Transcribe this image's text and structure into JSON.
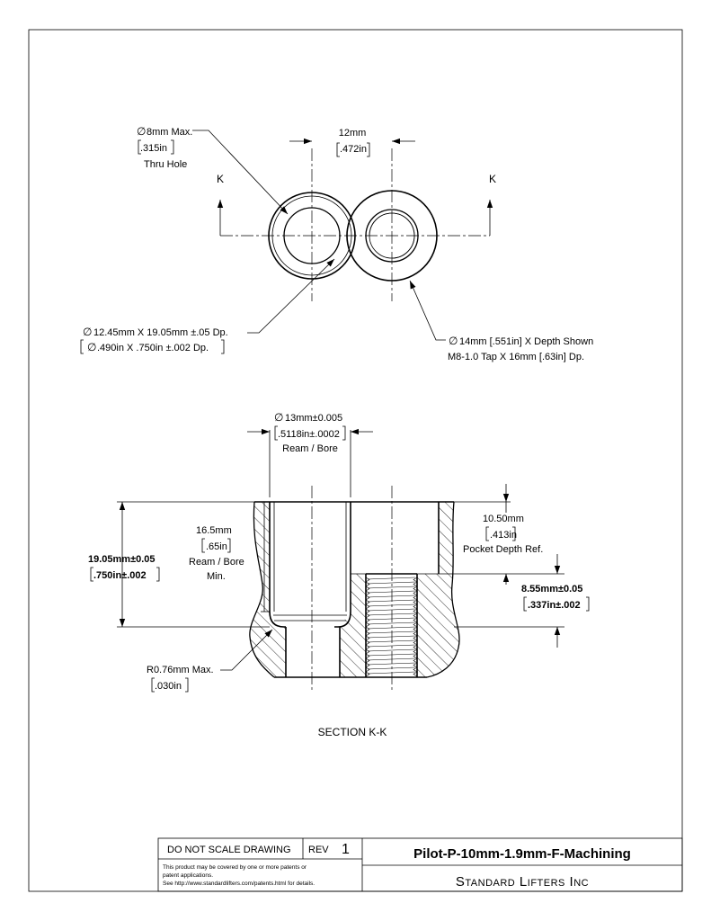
{
  "top_view": {
    "callout_thru_hole": {
      "line1": "8mm Max.",
      "line2": ".315in",
      "line3": "Thru Hole"
    },
    "dim_spacing": {
      "line1": "12mm",
      "line2": ".472in"
    },
    "section_mark_left": "K",
    "section_mark_right": "K",
    "callout_bore": {
      "line1": "12.45mm X 19.05mm ±.05 Dp.",
      "line2": ".490in X .750in ±.002 Dp."
    },
    "callout_tap": {
      "line1": "14mm [.551in] X Depth Shown",
      "line2": "M8-1.0 Tap X 16mm [.63in] Dp."
    }
  },
  "section_view": {
    "dim_ream_dia": {
      "line1": "13mm±0.005",
      "line2": ".5118in±.0002",
      "line3": "Ream / Bore"
    },
    "dim_ream_depth": {
      "line1": "16.5mm",
      "line2": ".65in",
      "line3": "Ream / Bore",
      "line4": "Min."
    },
    "dim_overall_height": {
      "line1": "19.05mm±0.05",
      "line2": ".750in±.002"
    },
    "dim_pocket_depth": {
      "line1": "10.50mm",
      "line2": ".413in",
      "line3": "Pocket Depth Ref."
    },
    "dim_lower_height": {
      "line1": "8.55mm±0.05",
      "line2": ".337in±.002"
    },
    "callout_radius": {
      "line1": "R0.76mm Max.",
      "line2": ".030in"
    },
    "section_label": "SECTION K-K"
  },
  "title_block": {
    "do_not_scale": "DO NOT SCALE DRAWING",
    "rev_label": "REV",
    "rev_value": "1",
    "part_name": "Pilot-P-10mm-1.9mm-F-Machining",
    "company": "Standard Lifters Inc",
    "patent_line1": "This product may be covered by one or more patents or",
    "patent_line2": "patent applications.",
    "patent_line3": "See http://www.standardlifters.com/patents.html for details."
  }
}
